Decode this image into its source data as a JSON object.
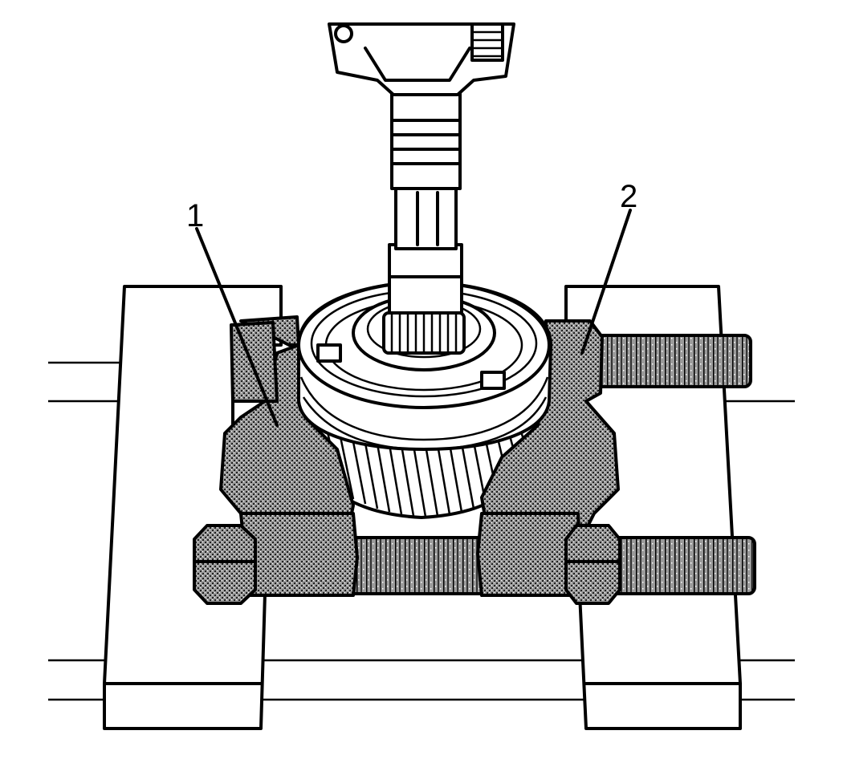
{
  "callouts": [
    {
      "id": "1",
      "label": "1"
    },
    {
      "id": "2",
      "label": "2"
    }
  ],
  "colors": {
    "ink": "#000000",
    "paper": "#ffffff",
    "stipple": "#8a8a8a"
  }
}
